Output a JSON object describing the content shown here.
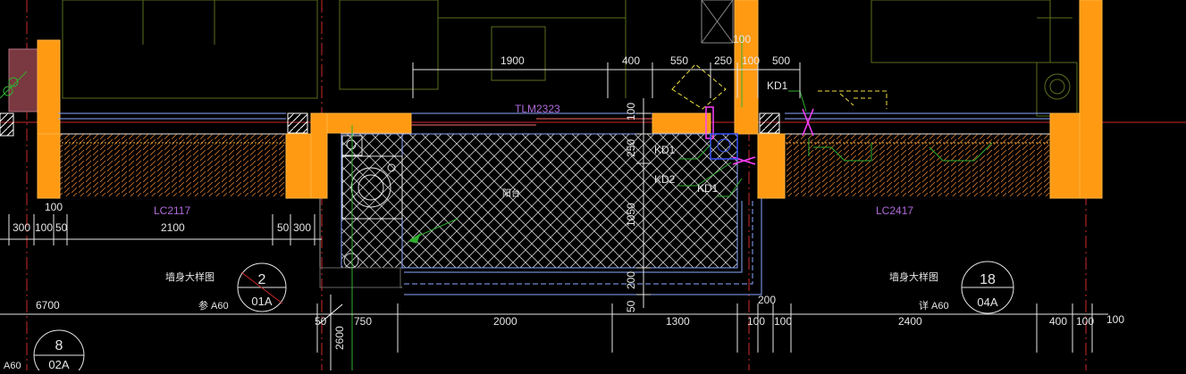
{
  "colors": {
    "background": "#000000",
    "wall": "#ff9a12",
    "wall_edge": "#ffb340",
    "dimension": "#e6e6e6",
    "annotation_magenta": "#b06ad9",
    "grid_axis": "#cc2a2a",
    "furniture": "#30b030",
    "layout_line": "#5a6e1c",
    "balcony_outline": "#8aa8ff"
  },
  "dimensions": {
    "top": [
      "1900",
      "400",
      "550",
      "250",
      "100",
      "500",
      "100"
    ],
    "vertical_right": [
      "100",
      "250",
      "1050",
      "200",
      "50"
    ],
    "bottom_left": [
      "300",
      "100",
      "50",
      "2100",
      "50",
      "300",
      "100"
    ],
    "bottom_overall": [
      "6700",
      "50",
      "750",
      "2000",
      "1300",
      "100",
      "100",
      "2400",
      "400",
      "100",
      "100",
      "200"
    ],
    "vertical_left": "2600"
  },
  "labels": {
    "door_tlm": "TLM2323",
    "window_left": "LC2117",
    "window_right": "LC2417",
    "kd1_a": "KD1",
    "kd1_b": "KD1",
    "kd2": "KD2",
    "kd1_c": "KD1",
    "balcony": "阳台",
    "wall_detail_left": "墙身大样图",
    "wall_detail_right": "墙身大样图",
    "ref_left": "参 A60",
    "ref_right": "详 A60",
    "ref_bottom": "A60"
  },
  "callouts": [
    {
      "top": "2",
      "bottom": "01A"
    },
    {
      "top": "18",
      "bottom": "04A"
    },
    {
      "top": "8",
      "bottom": "02A"
    }
  ]
}
